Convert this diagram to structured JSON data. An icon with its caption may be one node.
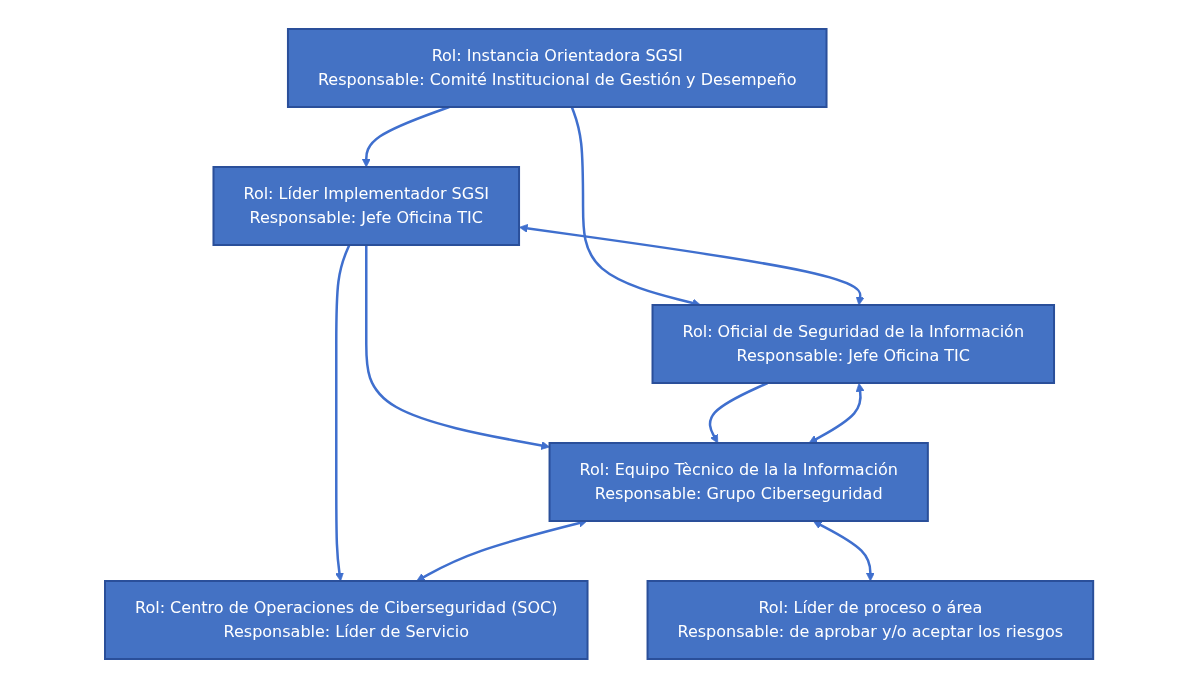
{
  "diagram": {
    "nodes": [
      {
        "text": [
          "Rol: Instancia Orientadora SGSI",
          "Responsable: Comité Institucional de Gestión y Desempeño"
        ]
      },
      {
        "text": [
          "Rol: Líder Implementador SGSI",
          "Responsable: Jefe Oficina TIC"
        ]
      },
      {
        "text": [
          "Rol: Oficial de Seguridad de la Información",
          "Responsable: Jefe Oficina TIC"
        ]
      },
      {
        "text": [
          "Rol: Equipo Tècnico de la la Información",
          "Responsable: Grupo Ciberseguridad"
        ]
      },
      {
        "text": [
          "Rol: Centro de Operaciones de Ciberseguridad (SOC)",
          "Responsable: Líder de Servicio"
        ]
      },
      {
        "text": [
          "Rol: Líder de proceso o área",
          "Responsable: de aprobar y/o aceptar los riesgos"
        ]
      }
    ],
    "edges": [
      {
        "from": 0,
        "to": 1,
        "arrow": "to"
      },
      {
        "from": 0,
        "to": 2,
        "arrow": "to"
      },
      {
        "from": 1,
        "to": 2,
        "arrow": "both"
      },
      {
        "from": 1,
        "to": 3,
        "arrow": "to"
      },
      {
        "from": 2,
        "to": 3,
        "arrow": "to"
      },
      {
        "from": 2,
        "to": 3,
        "arrow": "both"
      },
      {
        "from": 1,
        "to": 4,
        "arrow": "to"
      },
      {
        "from": 3,
        "to": 4,
        "arrow": "both"
      },
      {
        "from": 3,
        "to": 5,
        "arrow": "both"
      }
    ]
  }
}
